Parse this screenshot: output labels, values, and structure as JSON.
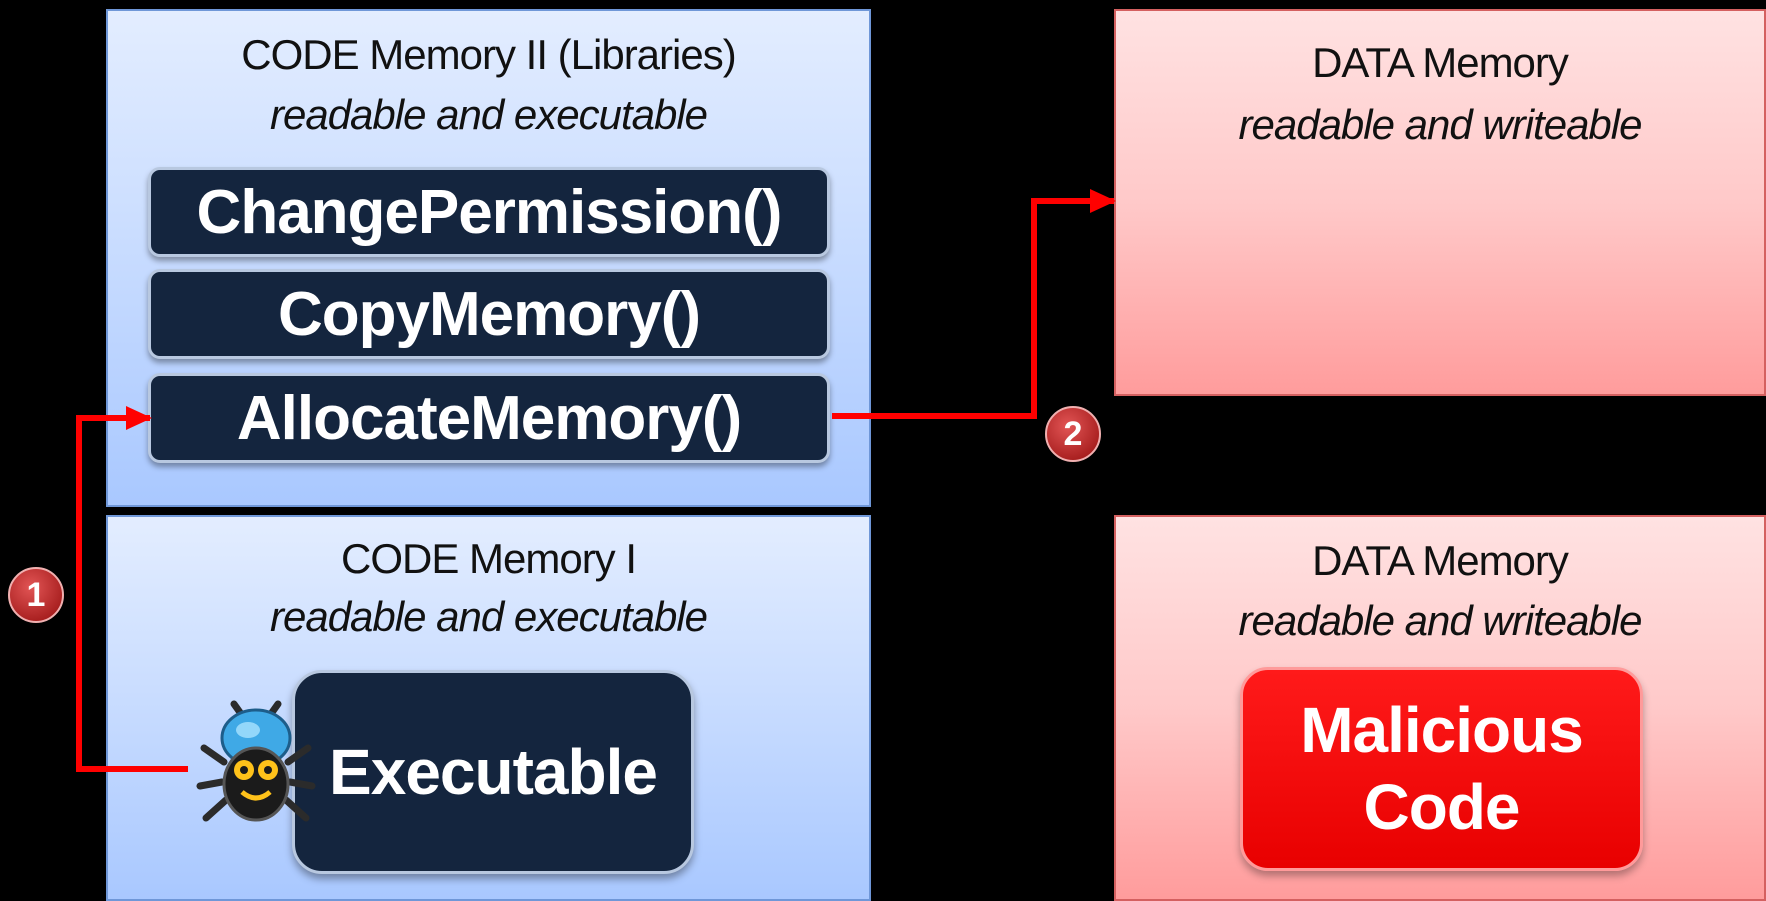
{
  "code_memory_2": {
    "title": "CODE Memory II (Libraries)",
    "subtitle": "readable and executable",
    "functions": [
      "ChangePermission()",
      "CopyMemory()",
      "AllocateMemory()"
    ]
  },
  "code_memory_1": {
    "title": "CODE Memory I",
    "subtitle": "readable and executable",
    "executable_label": "Executable"
  },
  "data_memory_top": {
    "title": "DATA Memory",
    "subtitle": "readable and writeable"
  },
  "data_memory_bottom": {
    "title": "DATA Memory",
    "subtitle": "readable and writeable",
    "malicious_line1": "Malicious",
    "malicious_line2": "Code"
  },
  "steps": [
    "1",
    "2"
  ],
  "icons": {
    "executable": "bug-icon"
  },
  "colors": {
    "arrow": "#ff0000",
    "function_box": "#14253e",
    "malicious": "#ff0000",
    "code_region": "#cddfff",
    "data_region": "#ffc9c9"
  }
}
